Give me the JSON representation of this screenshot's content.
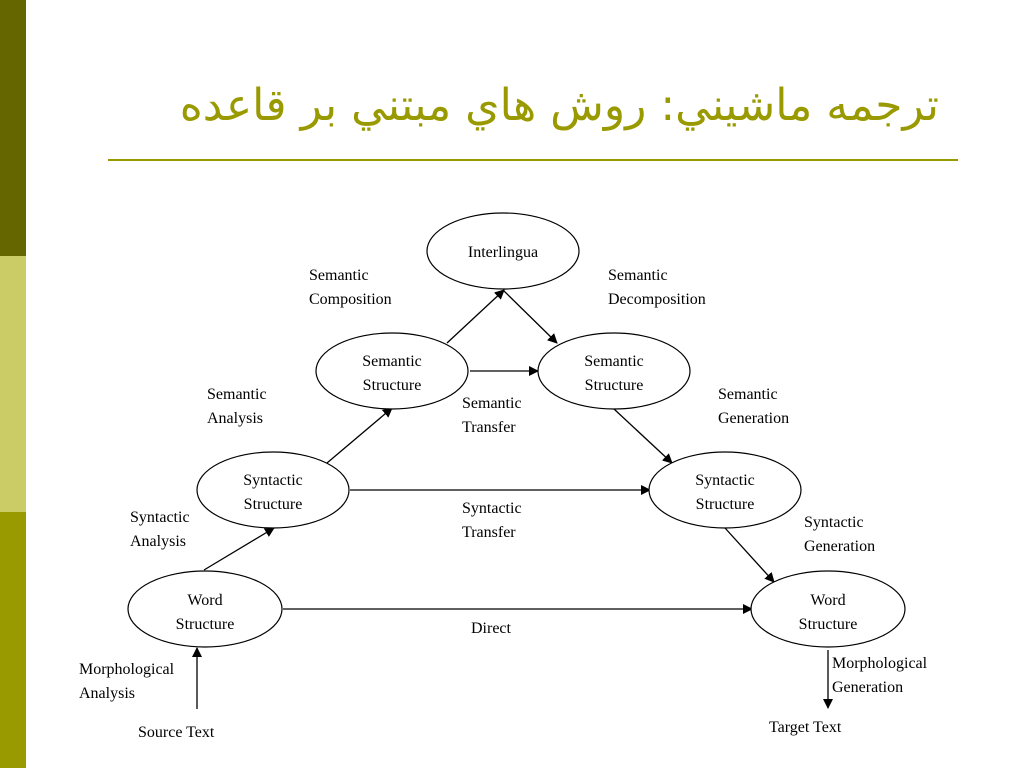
{
  "colors": {
    "sidebar": [
      "#666600",
      "#cccc66",
      "#999900"
    ],
    "title_text": "#999900",
    "title_rule": "#999900"
  },
  "slide": {
    "title": "ترجمه ماشيني: روش هاي مبتني بر قاعده"
  },
  "diagram": {
    "nodes": {
      "interlingua": {
        "lines": [
          "Interlingua"
        ]
      },
      "semantic_structure_source": {
        "lines": [
          "Semantic",
          "Structure"
        ]
      },
      "semantic_structure_target": {
        "lines": [
          "Semantic",
          "Structure"
        ]
      },
      "syntactic_structure_source": {
        "lines": [
          "Syntactic",
          "Structure"
        ]
      },
      "syntactic_structure_target": {
        "lines": [
          "Syntactic",
          "Structure"
        ]
      },
      "word_structure_source": {
        "lines": [
          "Word",
          "Structure"
        ]
      },
      "word_structure_target": {
        "lines": [
          "Word",
          "Structure"
        ]
      }
    },
    "labels": {
      "semantic_composition": [
        "Semantic",
        "Composition"
      ],
      "semantic_decomposition": [
        "Semantic",
        "Decomposition"
      ],
      "semantic_analysis": [
        "Semantic",
        "Analysis"
      ],
      "semantic_transfer": [
        "Semantic",
        "Transfer"
      ],
      "semantic_generation": [
        "Semantic",
        "Generation"
      ],
      "syntactic_analysis": [
        "Syntactic",
        "Analysis"
      ],
      "syntactic_transfer": [
        "Syntactic",
        "Transfer"
      ],
      "syntactic_generation": [
        "Syntactic",
        "Generation"
      ],
      "direct": [
        "Direct"
      ],
      "morphological_analysis": [
        "Morphological",
        "Analysis"
      ],
      "morphological_generation": [
        "Morphological",
        "Generation"
      ],
      "source_text": [
        "Source Text"
      ],
      "target_text": [
        "Target Text"
      ]
    }
  }
}
